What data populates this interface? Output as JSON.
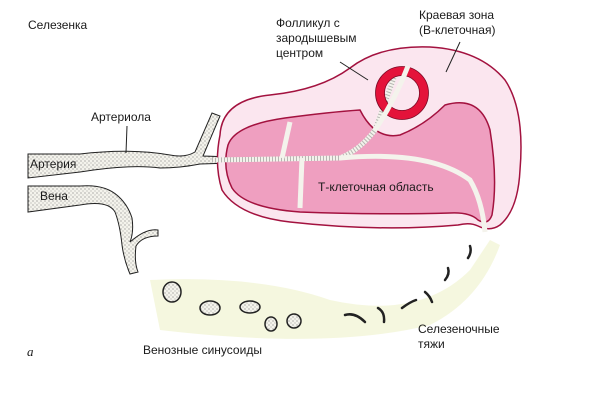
{
  "diagram": {
    "title": "Селезенка",
    "panel_letter": "а",
    "labels": {
      "follicle_line1": "Фолликул с",
      "follicle_line2": "зародышевым",
      "follicle_line3": "центром",
      "marginal_line1": "Краевая зона",
      "marginal_line2": "(В-клеточная)",
      "arteriole": "Артериола",
      "artery": "Артерия",
      "vein": "Вена",
      "t_cell_area": "Т-клеточная область",
      "venous_sinusoids": "Венозные синусоиды",
      "splenic_cords_line1": "Селезеночные",
      "splenic_cords_line2": "тяжи"
    },
    "colors": {
      "outer_marginal": "#fbe6ef",
      "t_cell_fill": "#ef9fc0",
      "outline": "#a3123f",
      "follicle_ring": "#e4133a",
      "vessel_fill": "#f2f2ea",
      "sinus_band": "#f4f6dc"
    }
  }
}
